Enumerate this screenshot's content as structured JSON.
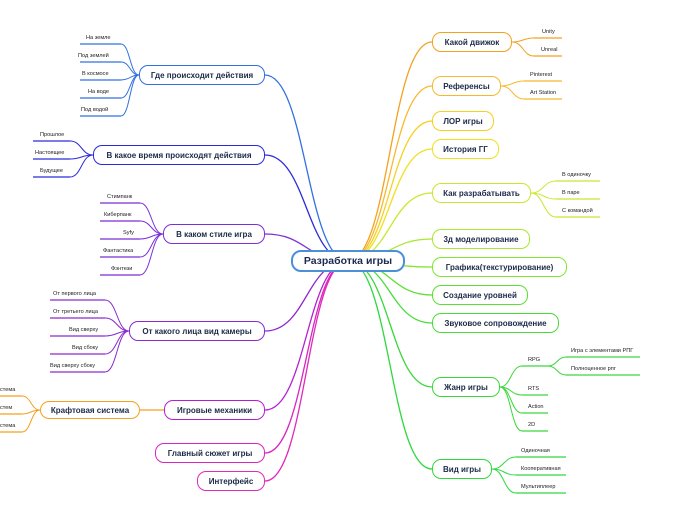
{
  "colors": {
    "root_border": "#4a90d9",
    "blue": "#3070e0",
    "navy": "#2a2adc",
    "purple": "#7b2fd6",
    "magenta": "#b61fd1",
    "pink": "#e02ab8",
    "orange": "#f4a020",
    "yellow": "#f4d020",
    "lime": "#c8e830",
    "green": "#3ad83a"
  },
  "mindmap": {
    "root": "Разработка игры",
    "left": {
      "where": {
        "title": "Где происходит действия",
        "items": [
          "На земле",
          "Под землей",
          "В космосе",
          "На воде",
          "Под водой"
        ]
      },
      "when": {
        "title": "В какое время происходят действия",
        "items": [
          "Прошлое",
          "Настоящее",
          "Будущее"
        ]
      },
      "style": {
        "title": "В каком стиле игра",
        "items": [
          "Стимпанк",
          "Киберпанк",
          "Syfy",
          "Фантастика",
          "Фэнтези"
        ]
      },
      "camera": {
        "title": "От какого лица вид камеры",
        "items": [
          "От первого лица",
          "От третьего лица",
          "Вид сверху",
          "Вид сбоку",
          "Вид сверху сбоку"
        ]
      },
      "mechanics": {
        "title": "Игровые механики",
        "craft": {
          "title": "Крафтовая система",
          "items": [
            "стема",
            "стем",
            "стема"
          ]
        }
      },
      "plot": {
        "title": "Главный сюжет игры"
      },
      "interface": {
        "title": "Интерфейс"
      }
    },
    "right": {
      "engine": {
        "title": "Какой движок",
        "items": [
          "Unity",
          "Unreal"
        ]
      },
      "refs": {
        "title": "Референсы",
        "items": [
          "Pinterest",
          "Art Station"
        ]
      },
      "lore": {
        "title": "ЛОР игры"
      },
      "history": {
        "title": "История ГГ"
      },
      "how": {
        "title": "Как разрабатывать",
        "items": [
          "В одиночку",
          "В паре",
          "С командой"
        ]
      },
      "modeling": {
        "title": "3д моделирование"
      },
      "graphics": {
        "title": "Графика(текстурирование)"
      },
      "levels": {
        "title": "Создание уровней"
      },
      "sound": {
        "title": "Звуковое сопровождение"
      },
      "genre": {
        "title": "Жанр игры",
        "rpg": {
          "label": "RPG",
          "items": [
            "Игра с элементами РПГ",
            "Полноценное рпг"
          ]
        },
        "items": [
          "RTS",
          "Action",
          "2D"
        ]
      },
      "view": {
        "title": "Вид игры",
        "items": [
          "Одиночная",
          "Кооперативная",
          "Мультиплеер"
        ]
      }
    }
  }
}
